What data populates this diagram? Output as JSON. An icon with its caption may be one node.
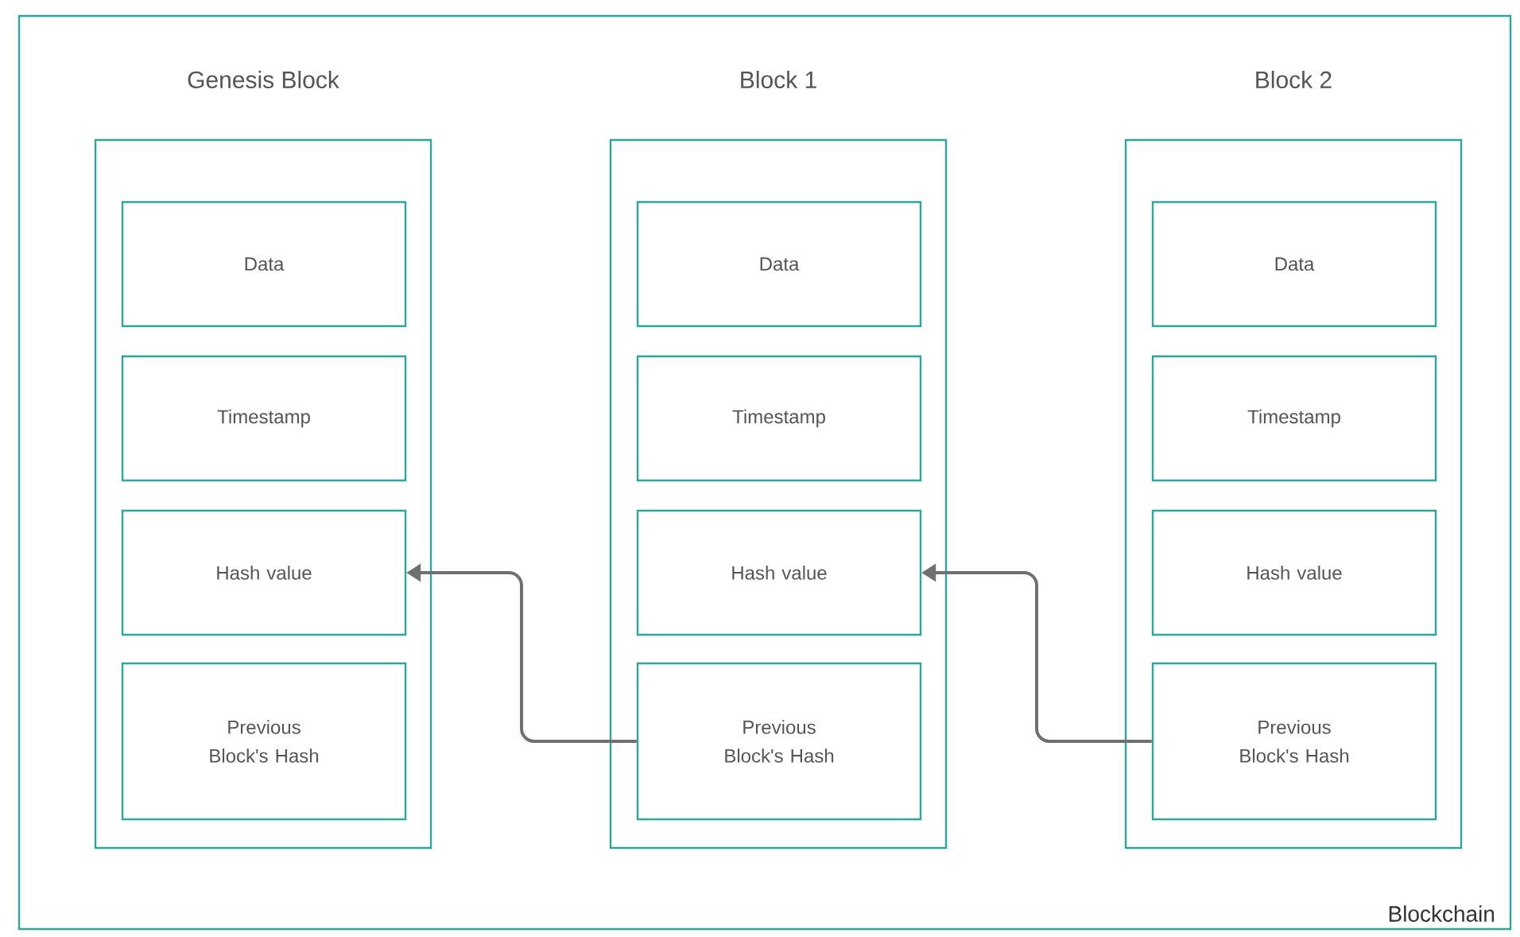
{
  "diagram": {
    "nodes": [
      {
        "text": [
          "Blockchain"
        ]
      },
      {
        "text": [
          "Genesis Block"
        ],
        "in": 0
      },
      {
        "text": [
          "Data"
        ],
        "in": 1
      },
      {
        "text": [
          "Timestamp"
        ],
        "in": 1
      },
      {
        "text": [
          "Hash value"
        ],
        "in": 1
      },
      {
        "text": [
          "Previous Block's Hash"
        ],
        "in": 1
      },
      {
        "text": [
          "Block 1"
        ],
        "in": 0
      },
      {
        "text": [
          "Data"
        ],
        "in": 6
      },
      {
        "text": [
          "Timestamp"
        ],
        "in": 6
      },
      {
        "text": [
          "Hash value"
        ],
        "in": 6
      },
      {
        "text": [
          "Previous Block's Hash"
        ],
        "in": 6
      },
      {
        "text": [
          "Block 2"
        ],
        "in": 0
      },
      {
        "text": [
          "Data"
        ],
        "in": 11
      },
      {
        "text": [
          "Timestamp"
        ],
        "in": 11
      },
      {
        "text": [
          "Hash value"
        ],
        "in": 11
      },
      {
        "text": [
          "Previous Block's Hash"
        ],
        "in": 11
      }
    ],
    "edges": [
      {
        "from": 10,
        "to": 4,
        "arrow": "to"
      },
      {
        "from": 15,
        "to": 9,
        "arrow": "to"
      }
    ]
  }
}
